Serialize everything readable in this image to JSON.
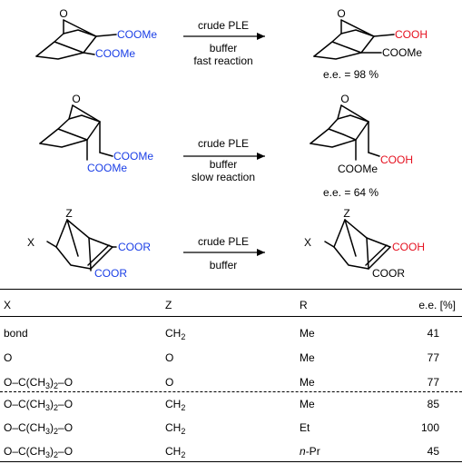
{
  "reactions": [
    {
      "reactant": {
        "hetero": "O",
        "sub1": "COOMe",
        "sub2": "COOMe"
      },
      "arrow_above": "crude PLE",
      "arrow_below": [
        "buffer",
        "fast reaction"
      ],
      "product": {
        "hetero": "O",
        "sub1": "COOH",
        "sub2": "COOMe"
      },
      "ee": "e.e. = 98 %"
    },
    {
      "reactant": {
        "hetero": "O",
        "sub1": "COOMe",
        "sub2": "COOMe"
      },
      "arrow_above": "crude PLE",
      "arrow_below": [
        "buffer",
        "slow reaction"
      ],
      "product": {
        "hetero": "O",
        "sub1": "COOH",
        "sub2": "COOMe"
      },
      "ee": "e.e. = 64 %"
    },
    {
      "reactant": {
        "hetero": "Z",
        "x": "X",
        "sub1": "COOR",
        "sub2": "COOR"
      },
      "arrow_above": "crude PLE",
      "arrow_below": [
        "buffer"
      ],
      "product": {
        "hetero": "Z",
        "x": "X",
        "sub1": "COOH",
        "sub2": "COOR"
      }
    }
  ],
  "colors": {
    "ester": "#1a3ee6",
    "acid": "#e5101f",
    "text": "#000000"
  },
  "table": {
    "headers": {
      "x": "X",
      "z": "Z",
      "r": "R",
      "ee": "e.e. [%]"
    },
    "rows": [
      {
        "x": "bond",
        "z_main": "CH",
        "z_sub": "2",
        "r": "Me",
        "ee": "41"
      },
      {
        "x": "O",
        "z_main": "O",
        "z_sub": "",
        "r": "Me",
        "ee": "77"
      },
      {
        "x": "O–C(CH",
        "x_sub": "3",
        "x_rest": ")",
        "x_sub2": "2",
        "x_end": "–O",
        "z_main": "O",
        "z_sub": "",
        "r": "Me",
        "ee": "77"
      },
      {
        "x": "O–C(CH",
        "x_sub": "3",
        "x_rest": ")",
        "x_sub2": "2",
        "x_end": "–O",
        "z_main": "CH",
        "z_sub": "2",
        "r": "Me",
        "ee": "85"
      },
      {
        "x": "O–C(CH",
        "x_sub": "3",
        "x_rest": ")",
        "x_sub2": "2",
        "x_end": "–O",
        "z_main": "CH",
        "z_sub": "2",
        "r": "Et",
        "ee": "100"
      },
      {
        "x": "O–C(CH",
        "x_sub": "3",
        "x_rest": ")",
        "x_sub2": "2",
        "x_end": "–O",
        "z_main": "CH",
        "z_sub": "2",
        "r_prefix": "n",
        "r": "-Pr",
        "ee": "45"
      }
    ]
  }
}
